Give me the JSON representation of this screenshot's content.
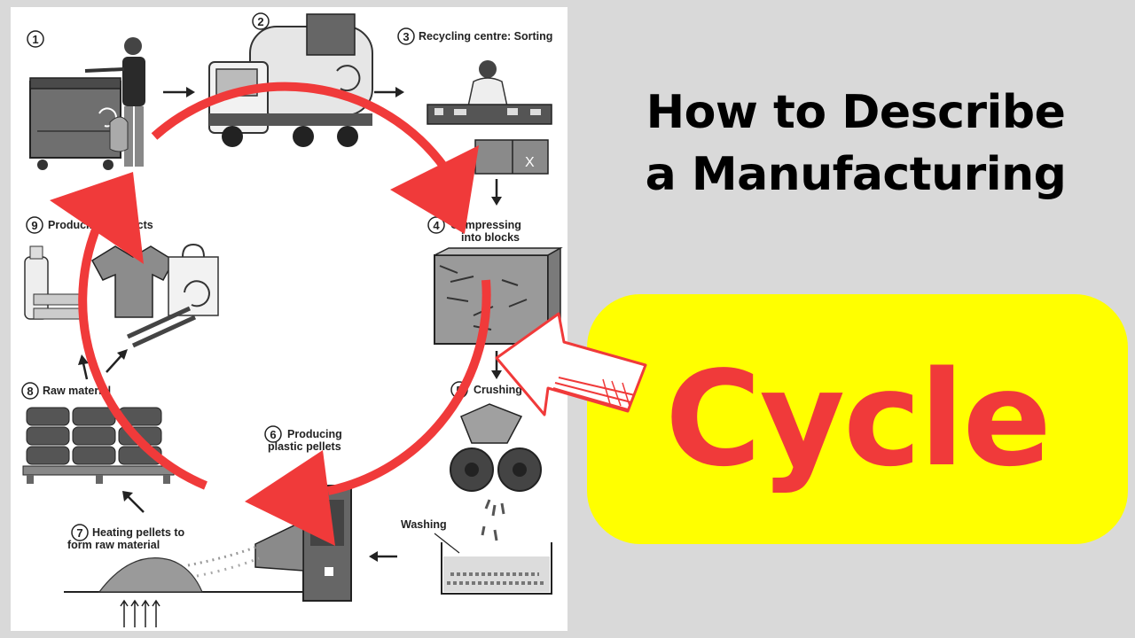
{
  "headline": {
    "line1": "How to Describe",
    "line2": "a Manufacturing"
  },
  "badge": {
    "text": "Cycle"
  },
  "colors": {
    "accent_red": "#f03a3a",
    "badge_yellow": "#ffff00",
    "background_gray": "#d9d9d9"
  },
  "diagram": {
    "steps": [
      {
        "num": "1",
        "label": ""
      },
      {
        "num": "2",
        "label": ""
      },
      {
        "num": "3",
        "label": "Recycling centre: Sorting"
      },
      {
        "num": "4",
        "label_line1": "Compressing",
        "label_line2": "into blocks"
      },
      {
        "num": "5",
        "label": "Crushing"
      },
      {
        "num": "6",
        "label_line1": "Producing",
        "label_line2": "plastic pellets"
      },
      {
        "num": "7",
        "label_line1": "Heating pellets to",
        "label_line2": "form raw material"
      },
      {
        "num": "8",
        "label": "Raw material"
      },
      {
        "num": "9",
        "label": "Producing products"
      }
    ],
    "washing_label": "Washing"
  }
}
